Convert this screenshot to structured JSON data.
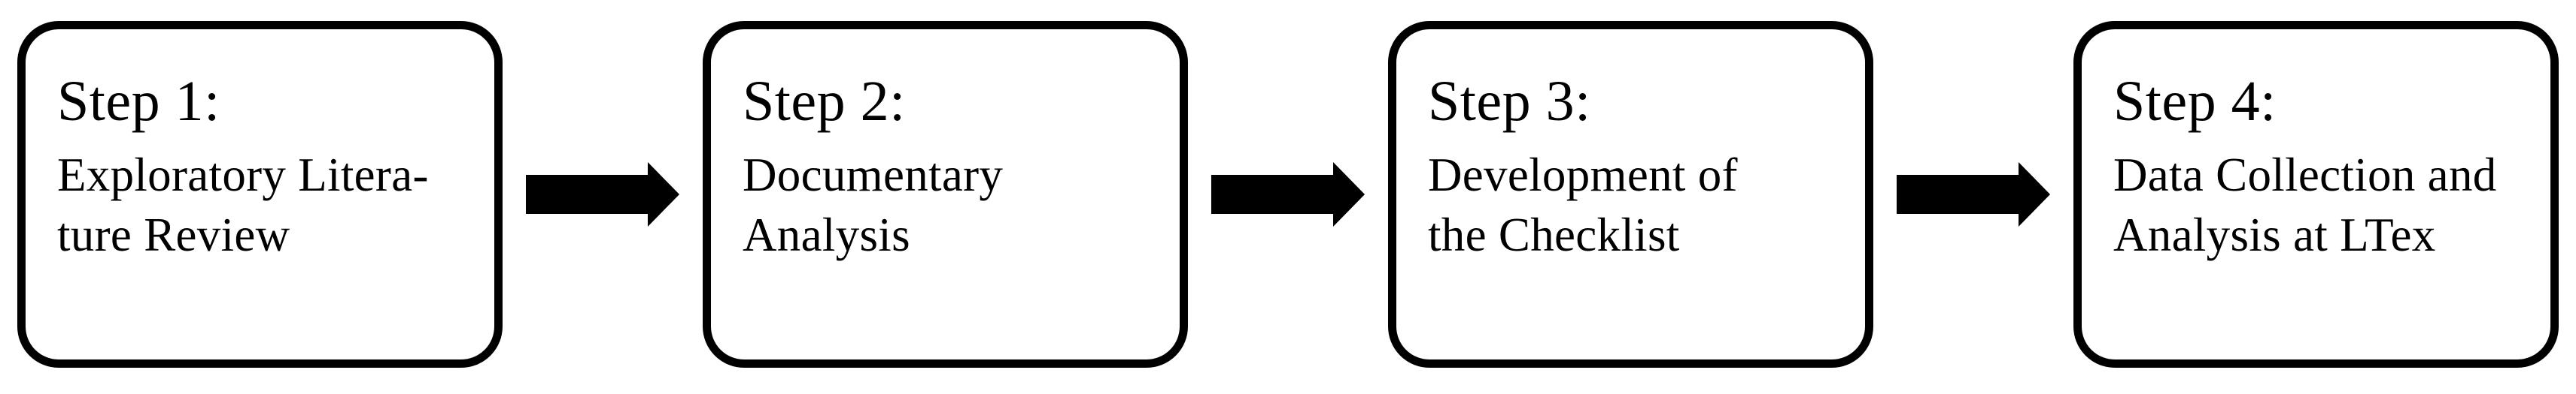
{
  "figure": {
    "background_color": "#ffffff",
    "box_border_color": "#000000",
    "text_color": "#000000",
    "arrow_color": "#000000",
    "steps": [
      {
        "title": "Step 1:",
        "line1": "Exploratory Litera-",
        "line2": "ture Review"
      },
      {
        "title": "Step 2:",
        "line1": "Documentary",
        "line2": "Analysis"
      },
      {
        "title": "Step 3:",
        "line1": "Development of",
        "line2": "the Checklist"
      },
      {
        "title": "Step 4:",
        "line1": "Data Collection and",
        "line2": "Analysis at LTex"
      }
    ]
  }
}
